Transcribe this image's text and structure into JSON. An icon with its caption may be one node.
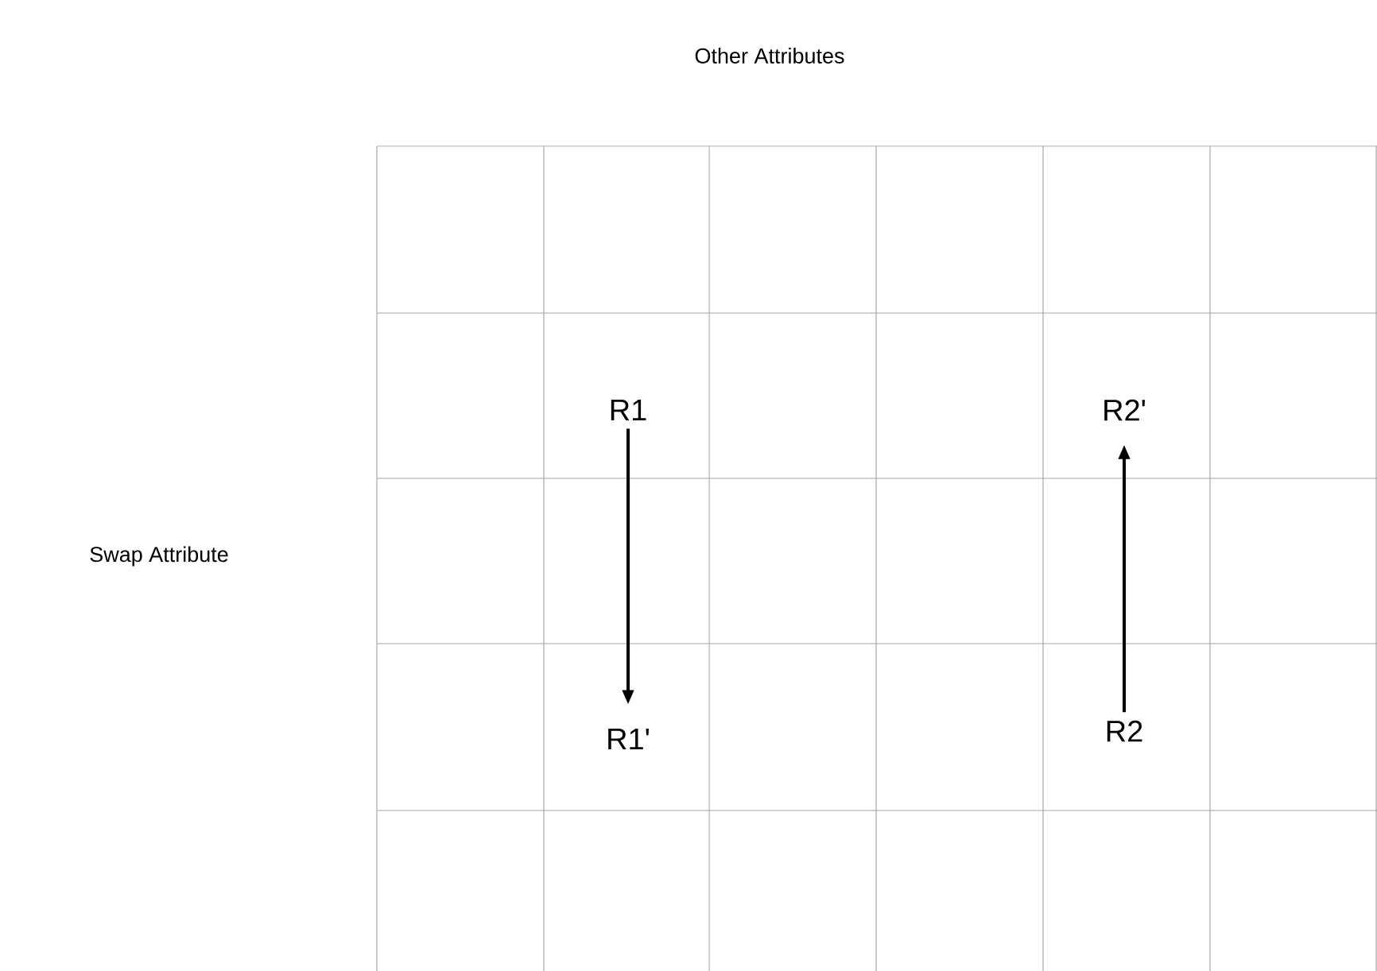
{
  "diagram": {
    "nodes": [
      {
        "text": [
          "R1"
        ]
      },
      {
        "text": [
          "R1'"
        ]
      },
      {
        "text": [
          "R2'"
        ]
      },
      {
        "text": [
          "R2"
        ]
      }
    ],
    "edges": [
      {
        "from": 0,
        "to": 1,
        "arrow": "to"
      },
      {
        "from": 3,
        "to": 2,
        "arrow": "to"
      }
    ],
    "labels": [
      "Other Attributes",
      "Swap Attribute"
    ]
  }
}
